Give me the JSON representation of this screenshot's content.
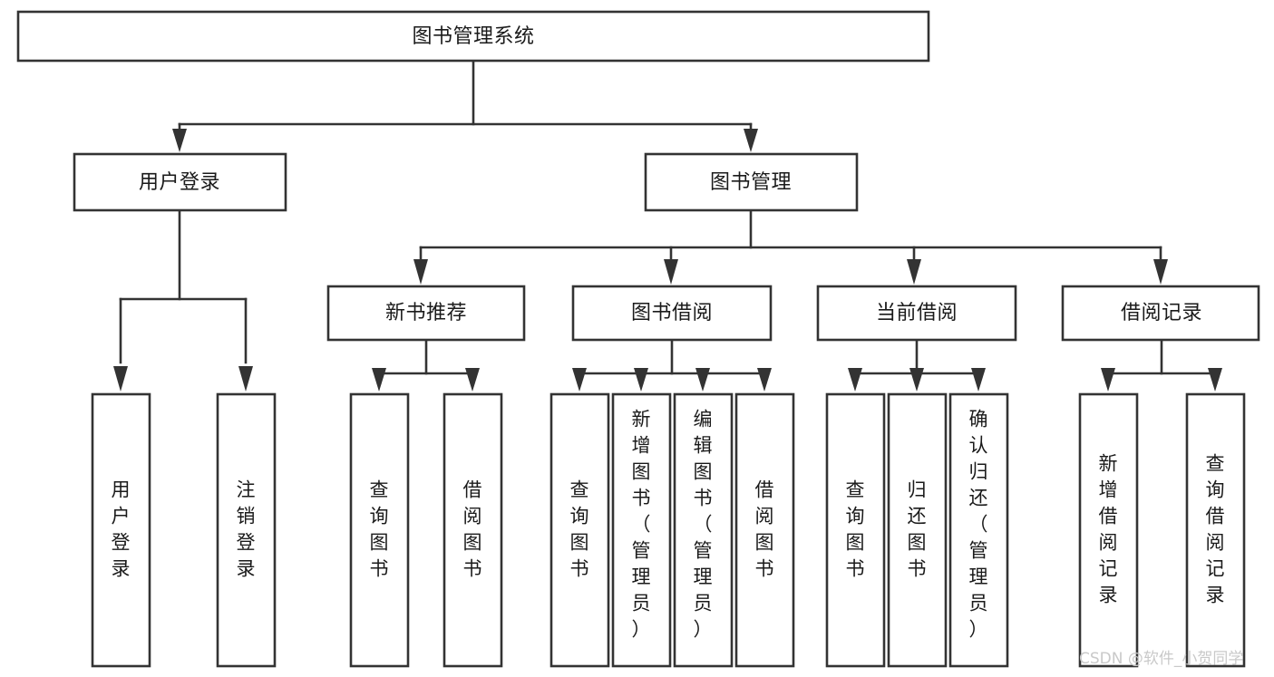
{
  "diagram": {
    "title_text": "图书管理系统",
    "type": "tree-hierarchy",
    "watermark": "CSDN @软件_小贺同学",
    "colors": {
      "box_stroke": "#333333",
      "box_fill": "#ffffff",
      "text": "#1a1a1a",
      "background": "#ffffff",
      "watermark": "#c9c9c9"
    },
    "root": {
      "label": "图书管理系统"
    },
    "level2": [
      {
        "label": "用户登录"
      },
      {
        "label": "图书管理"
      }
    ],
    "level3": [
      {
        "label": "新书推荐"
      },
      {
        "label": "图书借阅"
      },
      {
        "label": "当前借阅"
      },
      {
        "label": "借阅记录"
      }
    ],
    "leaves": {
      "user_login": [
        {
          "label": "用户登录"
        },
        {
          "label": "注销登录"
        }
      ],
      "new_book_recommend": [
        {
          "label": "查询图书"
        },
        {
          "label": "借阅图书"
        }
      ],
      "book_borrow": [
        {
          "label": "查询图书"
        },
        {
          "label": "新增图书（管理员）"
        },
        {
          "label": "编辑图书（管理员）"
        },
        {
          "label": "借阅图书"
        }
      ],
      "current_borrow": [
        {
          "label": "查询图书"
        },
        {
          "label": "归还图书"
        },
        {
          "label": "确认归还（管理员）"
        }
      ],
      "borrow_record": [
        {
          "label": "新增借阅记录"
        },
        {
          "label": "查询借阅记录"
        }
      ]
    }
  }
}
